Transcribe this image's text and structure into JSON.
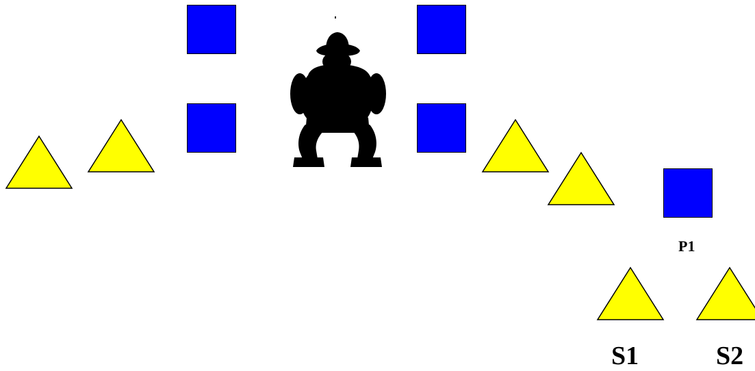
{
  "colors": {
    "square_fill": "#0000ff",
    "triangle_fill": "#ffff00",
    "outline": "#000000",
    "figure": "#000000"
  },
  "figure": {
    "icon": "umpire-silhouette-icon"
  },
  "labels": {
    "p1": "P1",
    "s1": "S1",
    "s2": "S2"
  }
}
